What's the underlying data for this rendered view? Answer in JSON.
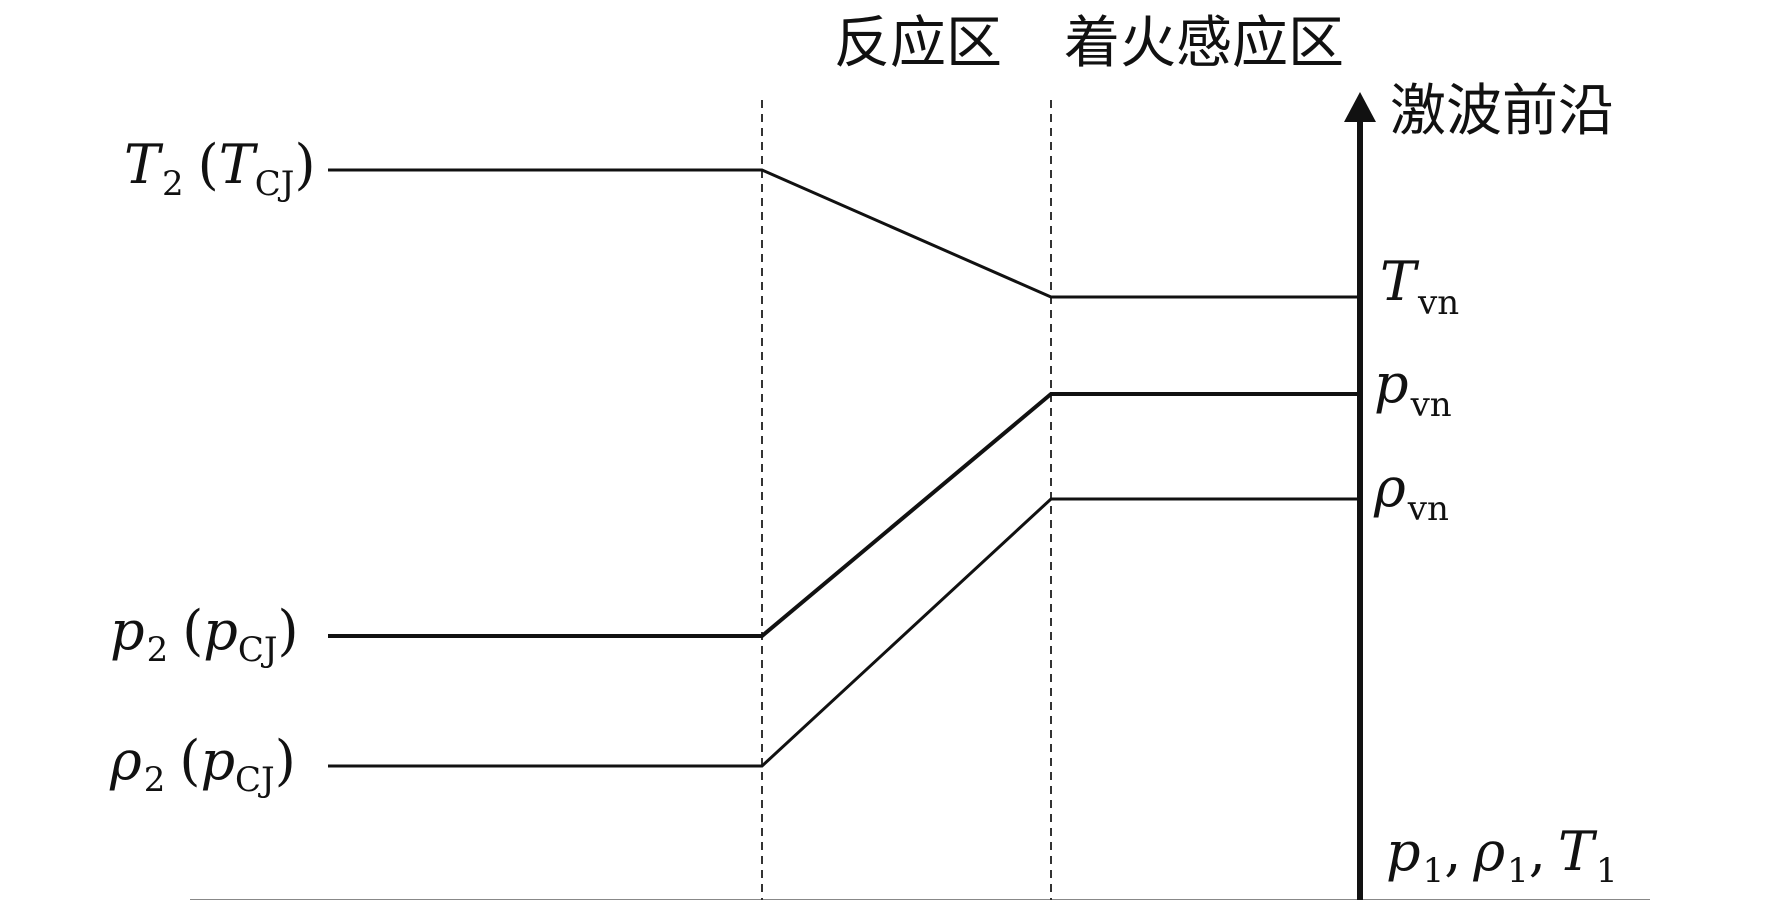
{
  "zones": {
    "reaction": "反应区",
    "induction": "着火感应区"
  },
  "shock_front_label": "激波前沿",
  "left_labels": {
    "T2": {
      "var": "T",
      "sub": "2",
      "paren_var": "T",
      "paren_sub": "CJ"
    },
    "p2": {
      "var": "p",
      "sub": "2",
      "paren_var": "p",
      "paren_sub": "CJ"
    },
    "rho2": {
      "var": "ρ",
      "sub": "2",
      "paren_var": "p",
      "paren_sub": "CJ"
    }
  },
  "right_labels": {
    "Tvn": {
      "var": "T",
      "sub": "vn"
    },
    "pvn": {
      "var": "p",
      "sub": "vn"
    },
    "rhovn": {
      "var": "ρ",
      "sub": "vn"
    }
  },
  "bottom_label": {
    "p1": {
      "var": "p",
      "sub": "1"
    },
    "rho1": {
      "var": "ρ",
      "sub": "1"
    },
    "T1": {
      "var": "T",
      "sub": "1"
    },
    "sep": ","
  },
  "colors": {
    "line": "#111111",
    "dashed": "#333333"
  }
}
